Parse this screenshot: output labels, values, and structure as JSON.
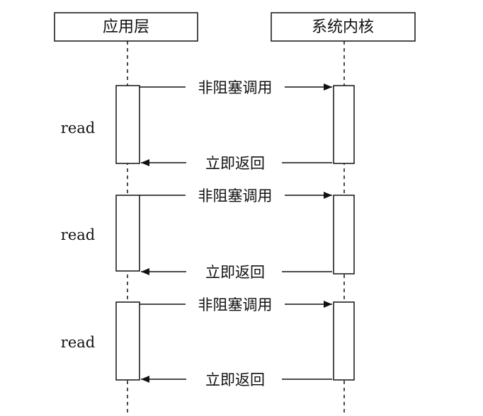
{
  "participants": {
    "left": "应用层",
    "right": "系统内核"
  },
  "rounds": [
    {
      "side_label": "read",
      "call_label": "非阻塞调用",
      "return_label": "立即返回"
    },
    {
      "side_label": "read",
      "call_label": "非阻塞调用",
      "return_label": "立即返回"
    },
    {
      "side_label": "read",
      "call_label": "非阻塞调用",
      "return_label": "立即返回"
    }
  ]
}
